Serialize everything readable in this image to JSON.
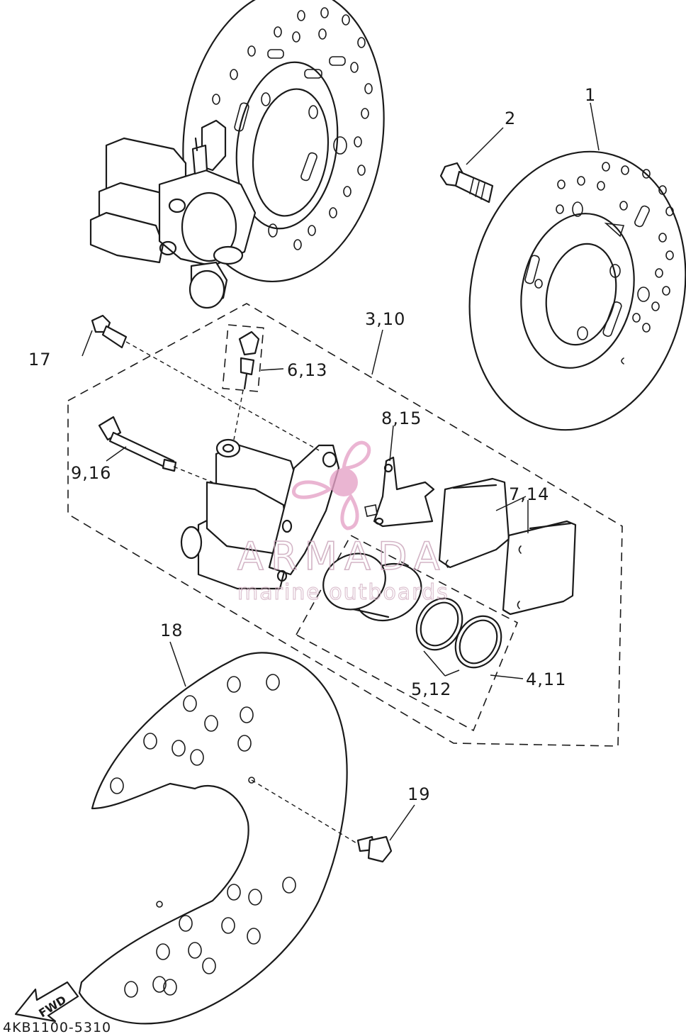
{
  "labels": {
    "p1": "1",
    "p2": "2",
    "p3_10": "3,10",
    "p4_11": "4,11",
    "p5_12": "5,12",
    "p6_13": "6,13",
    "p7_14": "7,14",
    "p8_15": "8,15",
    "p9_16": "9,16",
    "p17": "17",
    "p18": "18",
    "p19": "19"
  },
  "diagram_code": "4KB1100-5310",
  "fwd_arrow_text": "FWD",
  "watermark": {
    "brand": "ARMADA",
    "tagline": "marine outboards",
    "color": "#e6a3c8"
  }
}
